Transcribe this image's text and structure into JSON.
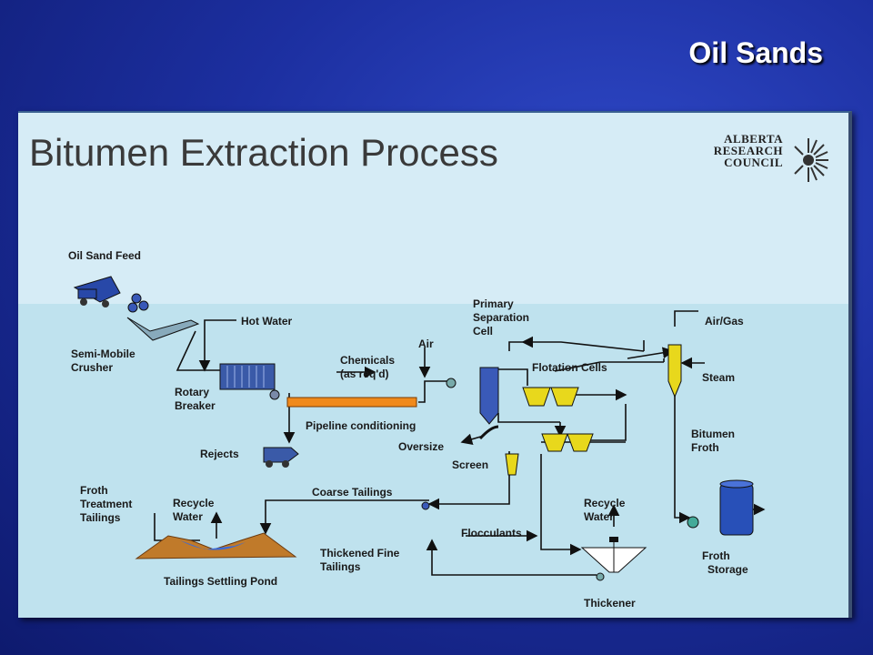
{
  "slide": {
    "title": "Oil Sands"
  },
  "diagram": {
    "title": "Bitumen Extraction Process",
    "logo": {
      "line1": "ALBERTA",
      "line2": "RESEARCH",
      "line3": "COUNCIL"
    },
    "labels": {
      "oil_sand_feed": "Oil Sand Feed",
      "semi_mobile_crusher_1": "Semi-Mobile",
      "semi_mobile_crusher_2": "Crusher",
      "hot_water": "Hot Water",
      "rotary_breaker_1": "Rotary",
      "rotary_breaker_2": "Breaker",
      "rejects": "Rejects",
      "chemicals_1": "Chemicals",
      "chemicals_2": "(as req'd)",
      "air": "Air",
      "pipeline_conditioning": "Pipeline conditioning",
      "primary_separation_1": "Primary",
      "primary_separation_2": "Separation",
      "primary_separation_3": "Cell",
      "flotation_cells": "Flotation Cells",
      "oversize": "Oversize",
      "screen": "Screen",
      "air_gas": "Air/Gas",
      "steam": "Steam",
      "bitumen_froth_1": "Bitumen",
      "bitumen_froth_2": "Froth",
      "froth_treatment_1": "Froth",
      "froth_treatment_2": "Treatment",
      "froth_treatment_3": "Tailings",
      "recycle_water_left_1": "Recycle",
      "recycle_water_left_2": "Water",
      "coarse_tailings": "Coarse Tailings",
      "recycle_water_right_1": "Recycle",
      "recycle_water_right_2": "Water",
      "flocculants": "Flocculants",
      "thickened_fine_1": "Thickened Fine",
      "thickened_fine_2": "Tailings",
      "tailings_settling_pond": "Tailings Settling Pond",
      "thickener": "Thickener",
      "froth_storage_1": "Froth",
      "froth_storage_2": "Storage"
    }
  }
}
